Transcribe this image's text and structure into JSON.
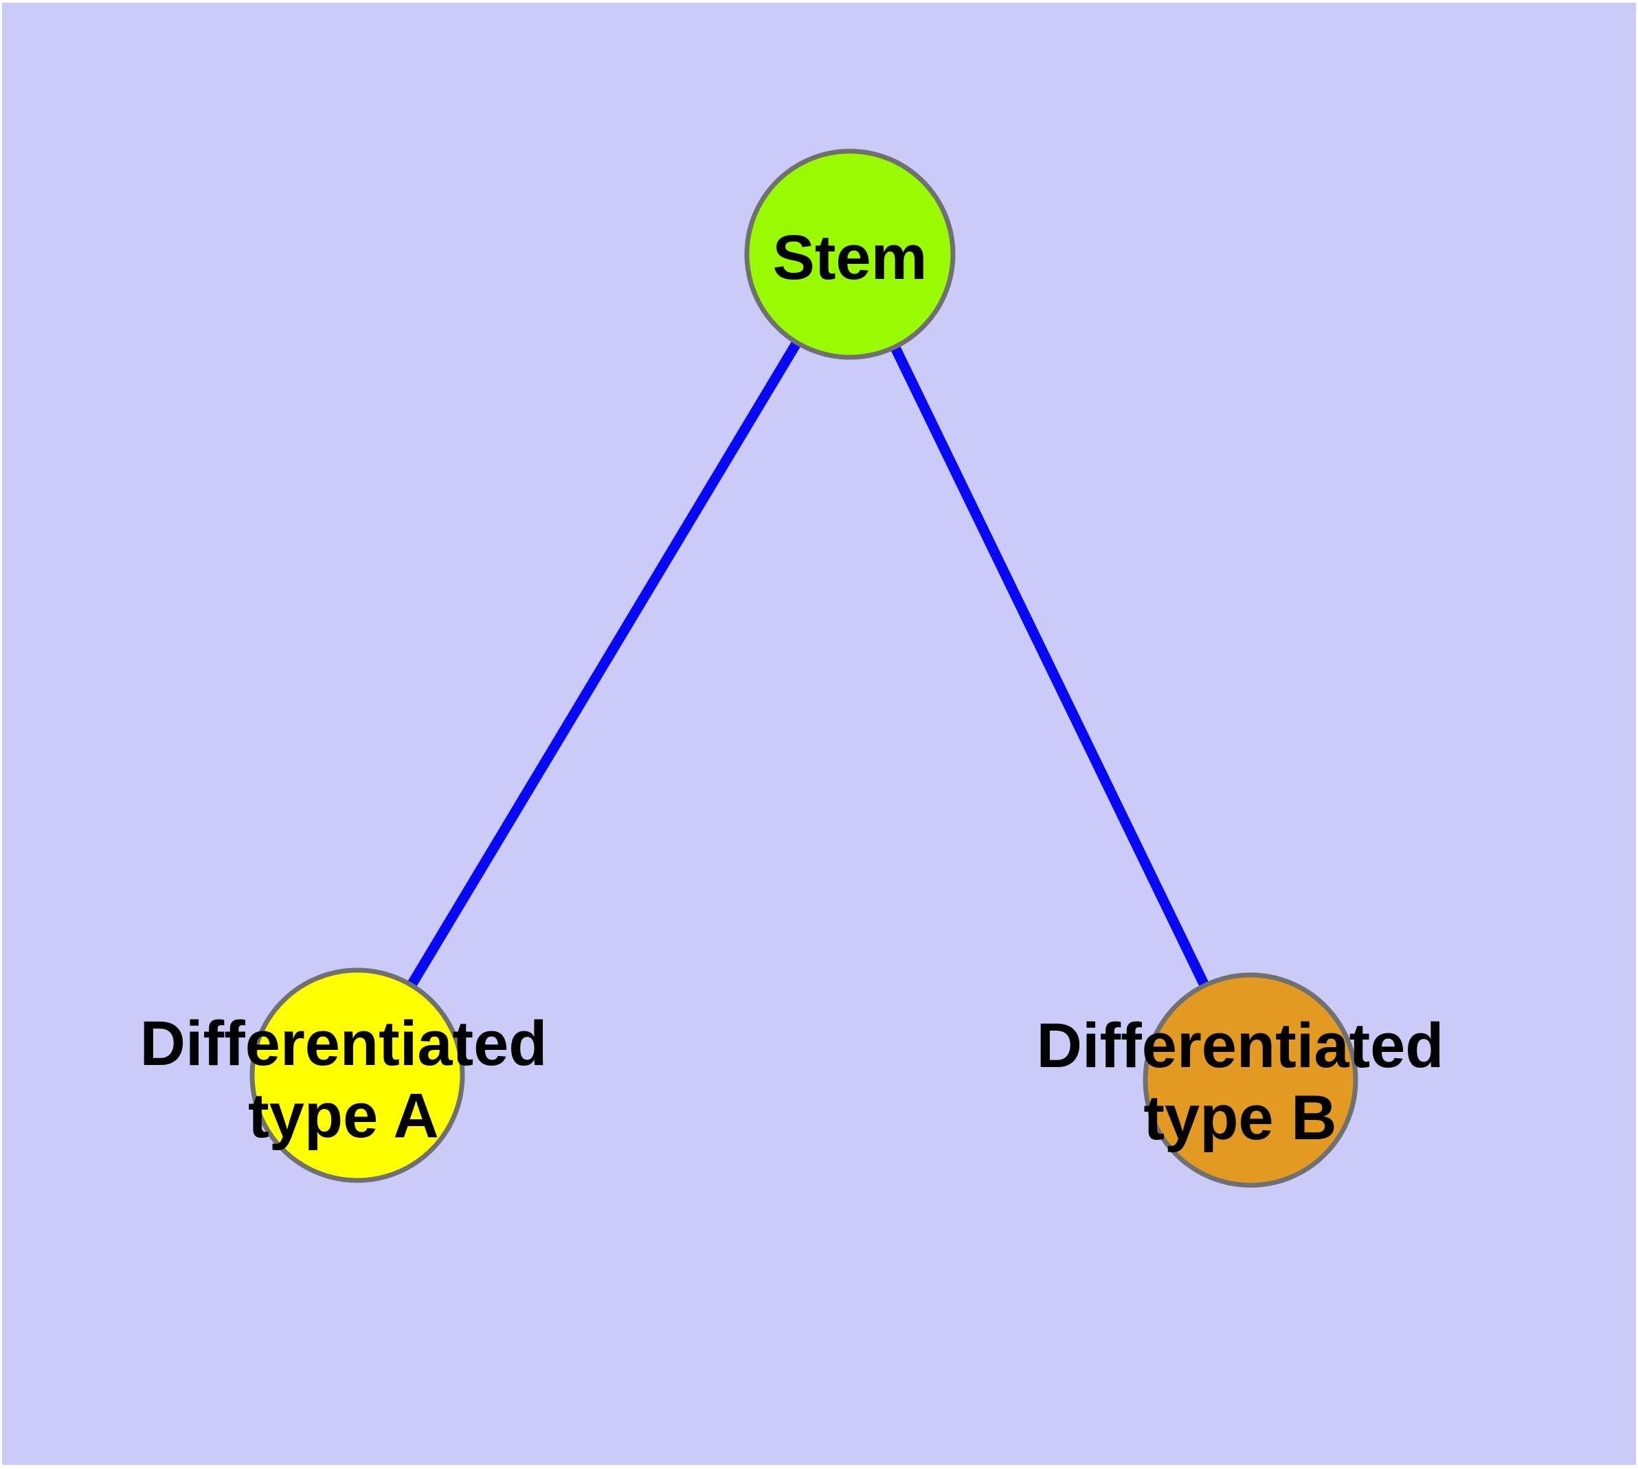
{
  "diagram": {
    "background_color": "#CBCBF8",
    "frame_color": "#FFFFFF",
    "edge_color": "#0808F8",
    "node_border_color": "#707070",
    "text_color": "#000000",
    "nodes": {
      "stem": {
        "label": "Stem",
        "fill_color": "#9AFA00"
      },
      "type_a": {
        "label_line1": "Differentiated",
        "label_line2": "type A",
        "fill_color": "#FFFF00"
      },
      "type_b": {
        "label_line1": "Differentiated",
        "label_line2": "type B",
        "fill_color": "#E29A22"
      }
    },
    "edges": [
      {
        "from": "Stem",
        "to": "Differentiated type A"
      },
      {
        "from": "Stem",
        "to": "Differentiated type B"
      }
    ]
  }
}
